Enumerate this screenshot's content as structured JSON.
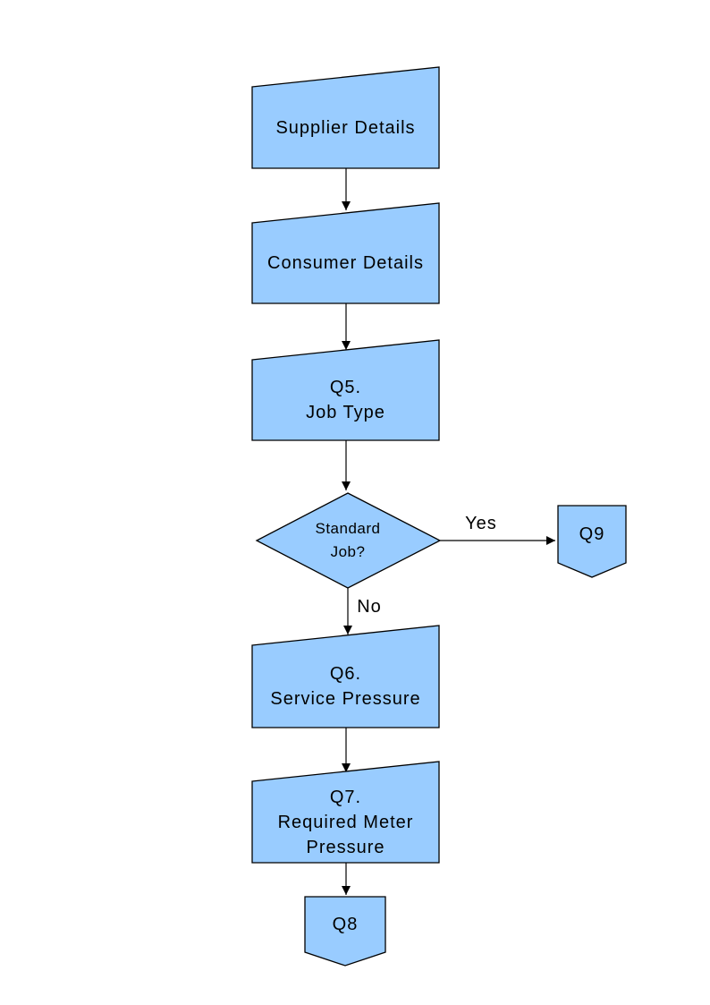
{
  "diagram": {
    "type": "flowchart",
    "colors": {
      "node_fill": "#99CCFF",
      "node_stroke": "#000000",
      "connector": "#000000",
      "text": "#000000",
      "background": "#FFFFFF"
    },
    "nodes": {
      "supplier": {
        "label": "Supplier Details",
        "shape": "manual-input"
      },
      "consumer": {
        "label": "Consumer Details",
        "shape": "manual-input"
      },
      "q5": {
        "label": "Q5.\nJob Type",
        "shape": "manual-input"
      },
      "decision": {
        "label": "Standard\nJob?",
        "shape": "decision"
      },
      "q9": {
        "label": "Q9",
        "shape": "off-page-connector"
      },
      "q6": {
        "label": "Q6.\nService Pressure",
        "shape": "manual-input"
      },
      "q7": {
        "label": "Q7.\nRequired Meter\nPressure",
        "shape": "manual-input"
      },
      "q8": {
        "label": "Q8",
        "shape": "off-page-connector"
      }
    },
    "edges": [
      {
        "from": "supplier",
        "to": "consumer",
        "label": ""
      },
      {
        "from": "consumer",
        "to": "q5",
        "label": ""
      },
      {
        "from": "q5",
        "to": "decision",
        "label": ""
      },
      {
        "from": "decision",
        "to": "q9",
        "label": "Yes"
      },
      {
        "from": "decision",
        "to": "q6",
        "label": "No"
      },
      {
        "from": "q6",
        "to": "q7",
        "label": ""
      },
      {
        "from": "q7",
        "to": "q8",
        "label": ""
      }
    ]
  }
}
